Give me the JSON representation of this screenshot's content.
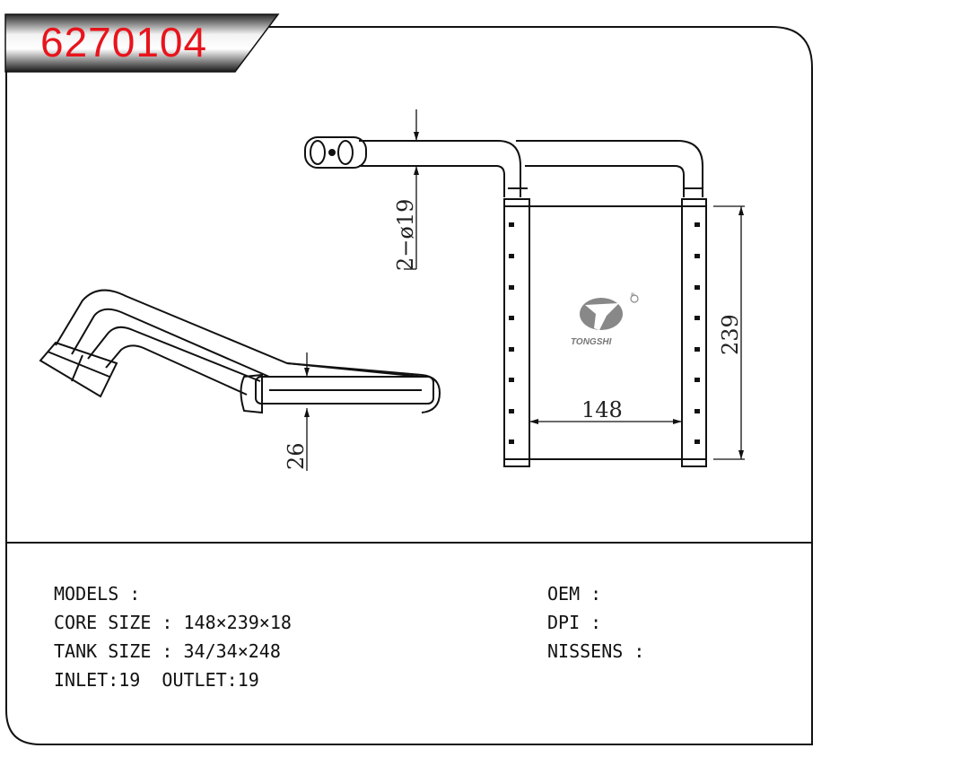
{
  "title": "6270104",
  "logo": {
    "text": "TONGSHI",
    "mark": "®"
  },
  "dimensions": {
    "pipe_diameter": "2−ø19",
    "core_height": "239",
    "core_width": "148",
    "depth": "26"
  },
  "specs": {
    "models": "MODELS :",
    "core_size": "CORE SIZE : 148×239×18",
    "tank_size": "TANK SIZE : 34/34×248",
    "inlet_outlet": "INLET:19  OUTLET:19",
    "oem": "OEM :",
    "dpi": "DPI :",
    "nissens": "NISSENS :"
  },
  "colors": {
    "title": "#e8141c",
    "line": "#111111"
  }
}
